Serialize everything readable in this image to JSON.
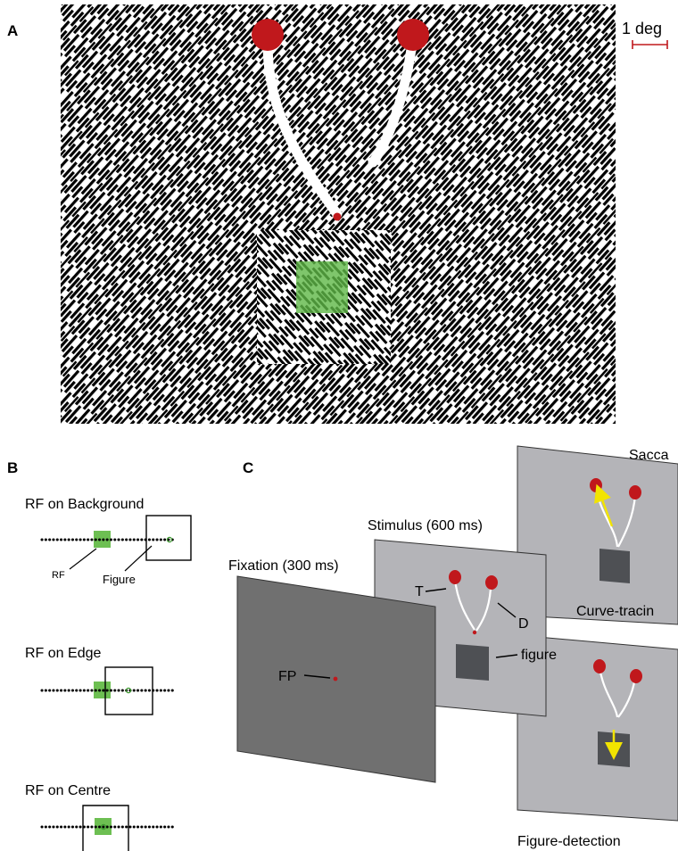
{
  "panelA": {
    "label": "A",
    "scale_label": "1 deg",
    "colors": {
      "texture_dark": "#000000",
      "texture_light": "#ffffff",
      "target": "#c0181c",
      "curve": "#ffffff",
      "rf_square": "#5fb847"
    }
  },
  "panelB": {
    "label": "B",
    "conditions": [
      {
        "title": "RF on Background",
        "rf_label": "RF",
        "figure_label": "Figure"
      },
      {
        "title": "RF on Edge"
      },
      {
        "title": "RF on Centre"
      }
    ],
    "colors": {
      "rf": "#6dbf52",
      "dot": "#000000",
      "fix": "#3c9a2e"
    }
  },
  "panelC": {
    "label": "C",
    "screens": [
      {
        "title": "Fixation (300 ms)",
        "fp_label": "FP",
        "color": "#707070"
      },
      {
        "title": "Stimulus (600 ms)",
        "target_label": "T",
        "distractor_label": "D",
        "figure_label": "figure",
        "color": "#b4b4b8"
      },
      {
        "title": "Sacca",
        "task": "Curve-tracin",
        "color": "#b4b4b8"
      },
      {
        "title": "",
        "task": "Figure-detection",
        "color": "#b4b4b8"
      }
    ],
    "colors": {
      "figure_square": "#4e5054",
      "target": "#c0181c",
      "arrow": "#f2e400"
    }
  }
}
